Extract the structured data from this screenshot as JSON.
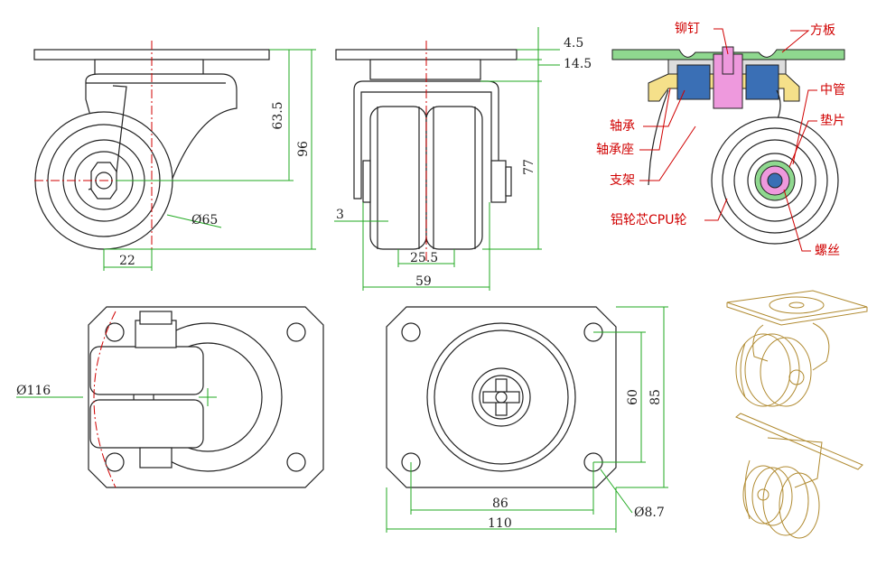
{
  "dimensions": {
    "plate_thickness": "4.5",
    "offset_14_5": "14.5",
    "height_63_5": "63.5",
    "total_height": "96",
    "wheel_diameter": "Ø65",
    "swivel_offset": "22",
    "wheel_thickness": "3",
    "wheel_spacing": "25.5",
    "frame_width": "59",
    "frame_height": "77",
    "swivel_diameter": "Ø116",
    "hole_spacing_y": "60",
    "plate_height": "85",
    "hole_spacing_x": "86",
    "plate_width": "110",
    "hole_diameter": "Ø8.7"
  },
  "labels": {
    "rivet": "铆钉",
    "plate": "方板",
    "center_tube": "中管",
    "bearing": "轴承",
    "washer": "垫片",
    "bearing_seat": "轴承座",
    "bracket": "支架",
    "wheel": "铝轮芯CPU轮",
    "screw": "螺丝"
  },
  "colors": {
    "dimension_line": "#22aa22",
    "label_text": "#d00000",
    "outline": "#222222",
    "iso_render": "#b08a30"
  }
}
